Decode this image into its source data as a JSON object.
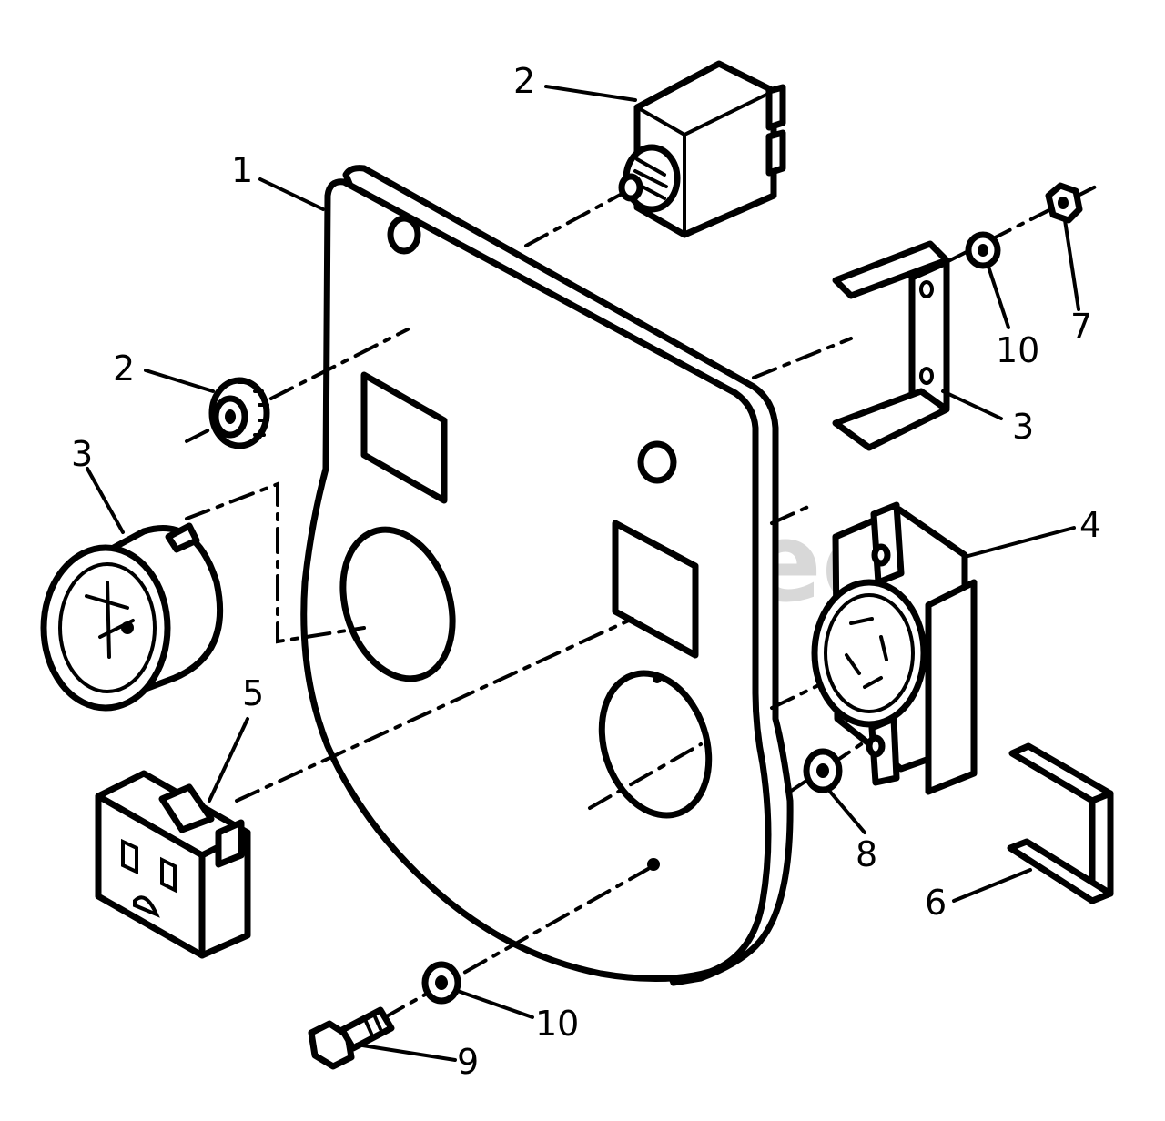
{
  "diagram": {
    "watermark": "PartsTree",
    "callouts": [
      {
        "id": "c-1-panel",
        "label": "1"
      },
      {
        "id": "c-2-breaker",
        "label": "2"
      },
      {
        "id": "c-2-nut",
        "label": "2"
      },
      {
        "id": "c-3-meter",
        "label": "3"
      },
      {
        "id": "c-3-bracket",
        "label": "3"
      },
      {
        "id": "c-4",
        "label": "4"
      },
      {
        "id": "c-5",
        "label": "5"
      },
      {
        "id": "c-6",
        "label": "6"
      },
      {
        "id": "c-7",
        "label": "7"
      },
      {
        "id": "c-8",
        "label": "8"
      },
      {
        "id": "c-9",
        "label": "9"
      },
      {
        "id": "c-10-top",
        "label": "10"
      },
      {
        "id": "c-10-bottom",
        "label": "10"
      }
    ]
  }
}
